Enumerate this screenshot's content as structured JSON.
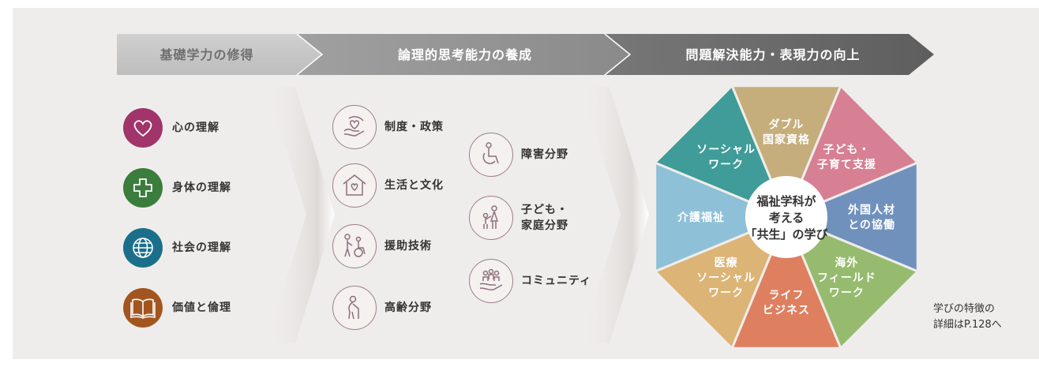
{
  "stages": [
    {
      "label": "基礎学力の修得"
    },
    {
      "label": "論理的思考能力の養成"
    },
    {
      "label": "問題解決能力・表現力の向上"
    }
  ],
  "understanding": [
    {
      "label": "心の理解",
      "icon": "heart-icon",
      "color": "#a0346b"
    },
    {
      "label": "身体の理解",
      "icon": "cross-icon",
      "color": "#3a7d3c"
    },
    {
      "label": "社会の理解",
      "icon": "globe-icon",
      "color": "#1b6f8a"
    },
    {
      "label": "価値と倫理",
      "icon": "book-icon",
      "color": "#a35520"
    }
  ],
  "fields_left": [
    {
      "label": "制度・政策",
      "icon": "hand-heart-icon"
    },
    {
      "label": "生活と文化",
      "icon": "house-heart-icon"
    },
    {
      "label": "援助技術",
      "icon": "wheelchair-assist-icon"
    },
    {
      "label": "高齢分野",
      "icon": "elderly-cane-icon"
    }
  ],
  "fields_right": [
    {
      "label": "障害分野",
      "icon": "wheelchair-icon"
    },
    {
      "label": "子ども・\n家庭分野",
      "icon": "parent-child-icon"
    },
    {
      "label": "コミュニティ",
      "icon": "community-hand-icon"
    }
  ],
  "octagon": {
    "center": {
      "line1": "福祉学科が",
      "line2": "考える",
      "line3": "「共生」の学び"
    },
    "segments": [
      {
        "label": "ダブル\n国家資格",
        "color": "#c5ae7c"
      },
      {
        "label": "子ども・\n子育て支援",
        "color": "#d77f93"
      },
      {
        "label": "外国人材\nとの協働",
        "color": "#7191bd"
      },
      {
        "label": "海外\nフィールド\nワーク",
        "color": "#96bb6e"
      },
      {
        "label": "ライフ\nビジネス",
        "color": "#de7f5f"
      },
      {
        "label": "医療\nソーシャル\nワーク",
        "color": "#dcb475"
      },
      {
        "label": "介護福祉",
        "color": "#8ec1d7"
      },
      {
        "label": "ソーシャル\nワーク",
        "color": "#3f9c98"
      }
    ]
  },
  "note": "学びの特徴の\n詳細はP.128へ",
  "colors": {
    "stage1": "#c1c1c1",
    "stage2": "#8f8f8f",
    "stage3": "#666666",
    "panel": "#efedeb"
  }
}
